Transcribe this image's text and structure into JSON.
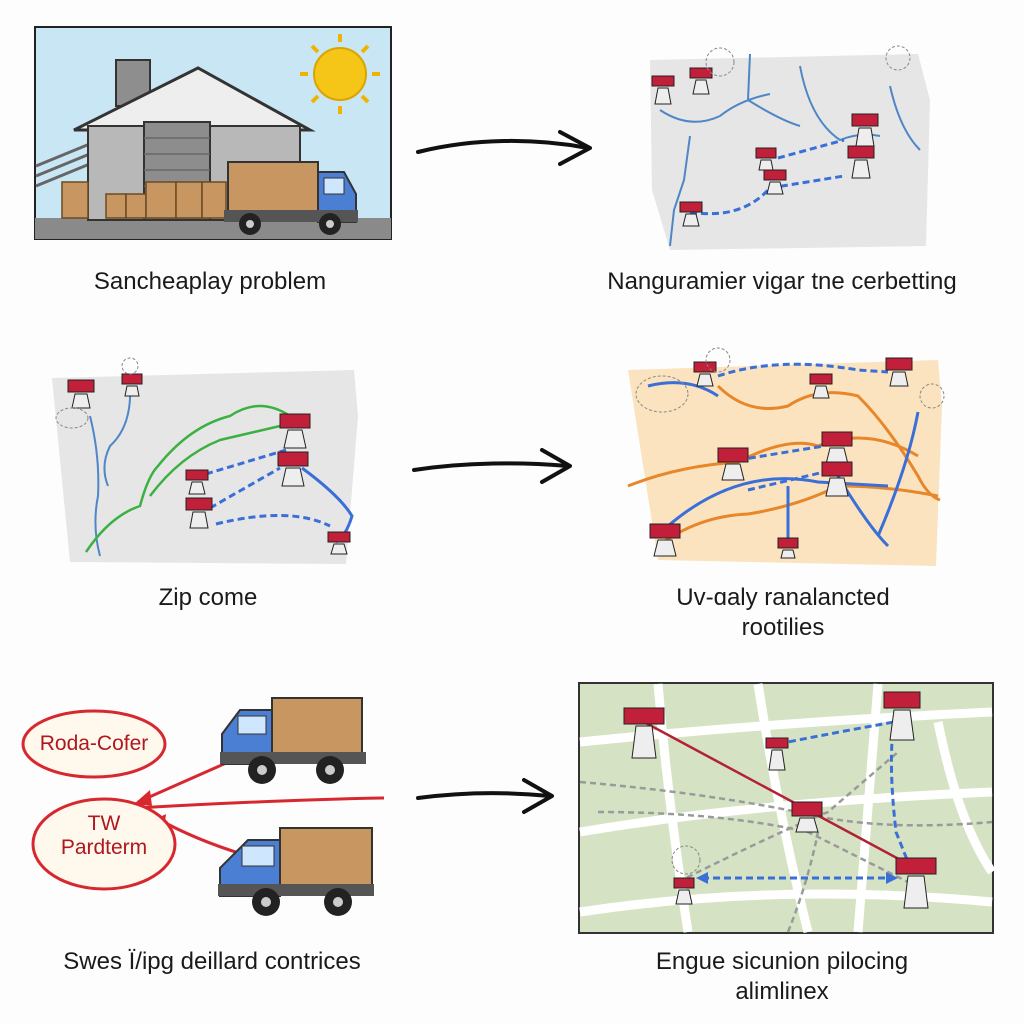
{
  "captions": {
    "row1_left": "Sancheaplay problem",
    "row1_right": "Nanguramier vigar tne cerbetting",
    "row2_left": "Zip come",
    "row2_right_line1": "Uv-ɑaly ranalancted",
    "row2_right_line2": "rootilies",
    "row3_left": "Swes Ï/ipg deillard contrices",
    "row3_right_line1": "Engue sicunion pilocing",
    "row3_right_line2": "alimlinex"
  },
  "labels": {
    "bubble_top": "Roda-Cofer",
    "bubble_bottom_line1": "TW",
    "bubble_bottom_line2": "Pardterm"
  },
  "colors": {
    "sky": "#c9e6f5",
    "warehouse": "#b8b8b8",
    "sun": "#f5c518",
    "truck_cab": "#4a7fd4",
    "cargo": "#c89660",
    "route_blue": "#3a6fd8",
    "route_orange": "#e8862a",
    "route_green": "#3cb043",
    "tower": "#c21f3a",
    "map_bg": "#e6e6e6",
    "heat_bg": "#fbe3bf",
    "grid_bg": "#d5e3c4",
    "label_red": "#d8282f"
  }
}
